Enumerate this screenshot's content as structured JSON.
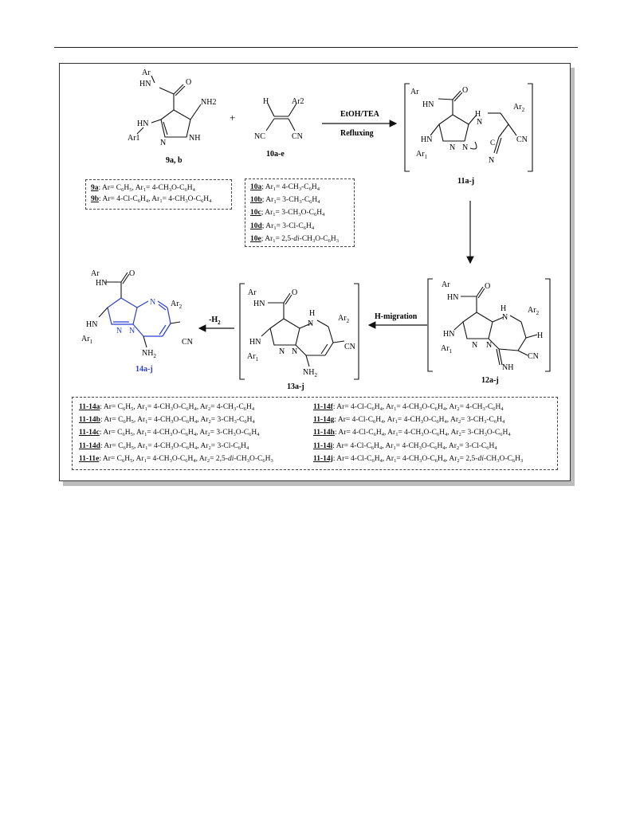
{
  "scheme": {
    "compound_9": {
      "label": "9a, b",
      "groups": {
        "ar": "Ar",
        "hn": "HN",
        "o": "O",
        "nh2": "NH2",
        "nh": "NH",
        "n": "N",
        "hn2": "HN",
        "ar1": "Ar1"
      }
    },
    "compound_10": {
      "label": "10a-e",
      "groups": {
        "h": "H",
        "ar2": "Ar2",
        "nc": "NC",
        "cn": "CN"
      }
    },
    "plus": "+",
    "arrow1": {
      "top": "EtOH/TEA",
      "bottom": "Refluxing"
    },
    "compound_11": {
      "label": "11a-j"
    },
    "compound_12": {
      "label": "12a-j"
    },
    "compound_13": {
      "label": "13a-j"
    },
    "compound_14": {
      "label": "14a-j"
    },
    "arrow_h_migration": "H-migration",
    "arrow_minus_h2": "-H2",
    "colors": {
      "product": "#2b3fd6",
      "ink": "#111111"
    }
  },
  "box9": [
    {
      "id": "9a",
      "text": ": Ar= C6H5, Ar1= 4-CH3O-C6H4"
    },
    {
      "id": "9b",
      "text": ": Ar= 4-Cl-C6H4, Ar1= 4-CH3O-C6H4"
    }
  ],
  "box10": [
    {
      "id": "10a",
      "text": "; Ar1= 4-CH3-C6H4"
    },
    {
      "id": "10b",
      "text": "; Ar1= 3-CH3-C6H4"
    },
    {
      "id": "10c",
      "text": "; Ar1= 3-CH3O-C6H4"
    },
    {
      "id": "10d",
      "text": "; Ar1= 3-Cl-C6H4"
    },
    {
      "id": "10e",
      "text": "; Ar1= 2,5-di-CH3O-C6H3"
    }
  ],
  "box11": {
    "left": [
      {
        "id": "11-14a",
        "text": ": Ar= C6H5, Ar1= 4-CH3O-C6H4, Ar2= 4-CH3-C6H4"
      },
      {
        "id": "11-14b",
        "text": ": Ar= C6H5, Ar1= 4-CH3O-C6H4, Ar2= 3-CH3-C6H4"
      },
      {
        "id": "11-14c",
        "text": ": Ar= C6H5, Ar1= 4-CH3O-C6H4, Ar2= 3-CH3O-C6H4"
      },
      {
        "id": "11-14d",
        "text": ": Ar= C6H5, Ar1= 4-CH3O-C6H4, Ar2= 3-Cl-C6H4"
      },
      {
        "id": "11-11e",
        "text": ": Ar= C6H5, Ar1= 4-CH3O-C6H4, Ar2= 2,5-di-CH3O-C6H3"
      }
    ],
    "right": [
      {
        "id": "11-14f",
        "text": ": Ar= 4-Cl-C6H4, Ar1= 4-CH3O-C6H4, Ar2= 4-CH3-C6H4"
      },
      {
        "id": "11-14g",
        "text": ": Ar= 4-Cl-C6H4, Ar1= 4-CH3O-C6H4, Ar2= 3-CH3-C6H4"
      },
      {
        "id": "11-14h",
        "text": ": Ar= 4-Cl-C6H4, Ar1= 4-CH3O-C6H4, Ar2= 3-CH3O-C6H4"
      },
      {
        "id": "11-14i",
        "text": ": Ar= 4-Cl-C6H4, Ar1= 4-CH3O-C6H4, Ar2= 3-Cl-C6H4"
      },
      {
        "id": "11-14j",
        "text": ": Ar= 4-Cl-C6H4, Ar1= 4-CH3O-C6H4, Ar2= 2,5-di-CH3O-C6H3"
      }
    ]
  }
}
